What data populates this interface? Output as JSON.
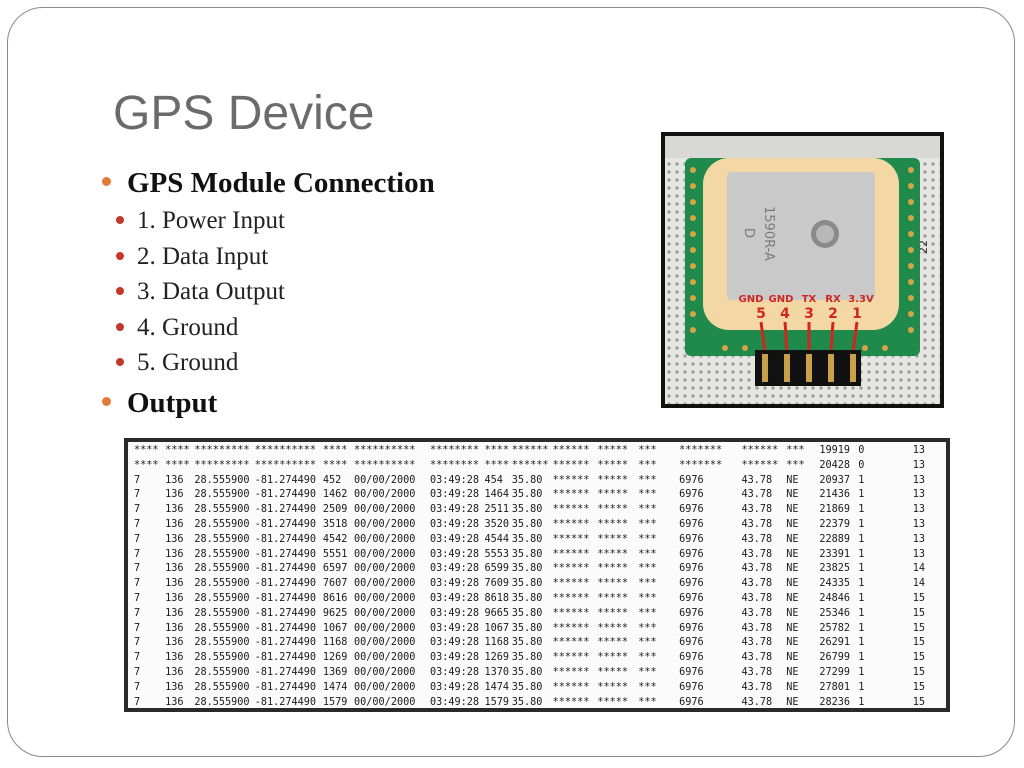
{
  "slide": {
    "title": "GPS Device",
    "bullets": [
      {
        "label": "GPS Module Connection",
        "items": [
          "1. Power Input",
          "2. Data Input",
          "3. Data Output",
          "4. Ground",
          "5. Ground"
        ]
      },
      {
        "label": "Output",
        "items": []
      }
    ]
  },
  "photo": {
    "chip_text": "1590R-A",
    "chip_sub": "D",
    "pin_labels": [
      "GND",
      "GND",
      "TX",
      "RX",
      "3.3V"
    ],
    "pin_numbers": [
      "5",
      "4",
      "3",
      "2",
      "1"
    ],
    "board_label": "22",
    "colors": {
      "pcb": "#1f8a4c",
      "ceramic": "#f3d8a6",
      "patch": "#c9c9c9",
      "pin_label": "#d0261f"
    }
  },
  "terminal": {
    "rows": [
      [
        "****",
        "****",
        "*********",
        "**********",
        "****",
        "**********",
        "********",
        "****",
        "******",
        "******",
        "*****",
        "***",
        "",
        "*******",
        "******",
        "***",
        "19919",
        "0",
        "13"
      ],
      [
        "****",
        "****",
        "*********",
        "**********",
        "****",
        "**********",
        "********",
        "****",
        "******",
        "******",
        "*****",
        "***",
        "",
        "*******",
        "******",
        "***",
        "20428",
        "0",
        "13"
      ],
      [
        "7",
        "136",
        "28.555900",
        "-81.274490",
        "452",
        "00/00/2000",
        "03:49:28",
        "454",
        "35.80",
        "******",
        "*****",
        "***",
        "",
        "6976",
        "43.78",
        "NE",
        "20937",
        "1",
        "13"
      ],
      [
        "7",
        "136",
        "28.555900",
        "-81.274490",
        "1462",
        "00/00/2000",
        "03:49:28",
        "1464",
        "35.80",
        "******",
        "*****",
        "***",
        "",
        "6976",
        "43.78",
        "NE",
        "21436",
        "1",
        "13"
      ],
      [
        "7",
        "136",
        "28.555900",
        "-81.274490",
        "2509",
        "00/00/2000",
        "03:49:28",
        "2511",
        "35.80",
        "******",
        "*****",
        "***",
        "",
        "6976",
        "43.78",
        "NE",
        "21869",
        "1",
        "13"
      ],
      [
        "7",
        "136",
        "28.555900",
        "-81.274490",
        "3518",
        "00/00/2000",
        "03:49:28",
        "3520",
        "35.80",
        "******",
        "*****",
        "***",
        "",
        "6976",
        "43.78",
        "NE",
        "22379",
        "1",
        "13"
      ],
      [
        "7",
        "136",
        "28.555900",
        "-81.274490",
        "4542",
        "00/00/2000",
        "03:49:28",
        "4544",
        "35.80",
        "******",
        "*****",
        "***",
        "",
        "6976",
        "43.78",
        "NE",
        "22889",
        "1",
        "13"
      ],
      [
        "7",
        "136",
        "28.555900",
        "-81.274490",
        "5551",
        "00/00/2000",
        "03:49:28",
        "5553",
        "35.80",
        "******",
        "*****",
        "***",
        "",
        "6976",
        "43.78",
        "NE",
        "23391",
        "1",
        "13"
      ],
      [
        "7",
        "136",
        "28.555900",
        "-81.274490",
        "6597",
        "00/00/2000",
        "03:49:28",
        "6599",
        "35.80",
        "******",
        "*****",
        "***",
        "",
        "6976",
        "43.78",
        "NE",
        "23825",
        "1",
        "14"
      ],
      [
        "7",
        "136",
        "28.555900",
        "-81.274490",
        "7607",
        "00/00/2000",
        "03:49:28",
        "7609",
        "35.80",
        "******",
        "*****",
        "***",
        "",
        "6976",
        "43.78",
        "NE",
        "24335",
        "1",
        "14"
      ],
      [
        "7",
        "136",
        "28.555900",
        "-81.274490",
        "8616",
        "00/00/2000",
        "03:49:28",
        "8618",
        "35.80",
        "******",
        "*****",
        "***",
        "",
        "6976",
        "43.78",
        "NE",
        "24846",
        "1",
        "15"
      ],
      [
        "7",
        "136",
        "28.555900",
        "-81.274490",
        "9625",
        "00/00/2000",
        "03:49:28",
        "9665",
        "35.80",
        "******",
        "*****",
        "***",
        "",
        "6976",
        "43.78",
        "NE",
        "25346",
        "1",
        "15"
      ],
      [
        "7",
        "136",
        "28.555900",
        "-81.274490",
        "1067",
        "00/00/2000",
        "03:49:28",
        "1067",
        "35.80",
        "******",
        "*****",
        "***",
        "",
        "6976",
        "43.78",
        "NE",
        "25782",
        "1",
        "15"
      ],
      [
        "7",
        "136",
        "28.555900",
        "-81.274490",
        "1168",
        "00/00/2000",
        "03:49:28",
        "1168",
        "35.80",
        "******",
        "*****",
        "***",
        "",
        "6976",
        "43.78",
        "NE",
        "26291",
        "1",
        "15"
      ],
      [
        "7",
        "136",
        "28.555900",
        "-81.274490",
        "1269",
        "00/00/2000",
        "03:49:28",
        "1269",
        "35.80",
        "******",
        "*****",
        "***",
        "",
        "6976",
        "43.78",
        "NE",
        "26799",
        "1",
        "15"
      ],
      [
        "7",
        "136",
        "28.555900",
        "-81.274490",
        "1369",
        "00/00/2000",
        "03:49:28",
        "1370",
        "35.80",
        "******",
        "*****",
        "***",
        "",
        "6976",
        "43.78",
        "NE",
        "27299",
        "1",
        "15"
      ],
      [
        "7",
        "136",
        "28.555900",
        "-81.274490",
        "1474",
        "00/00/2000",
        "03:49:28",
        "1474",
        "35.80",
        "******",
        "*****",
        "***",
        "",
        "6976",
        "43.78",
        "NE",
        "27801",
        "1",
        "15"
      ],
      [
        "7",
        "136",
        "28.555900",
        "-81.274490",
        "1579",
        "00/00/2000",
        "03:49:28",
        "1579",
        "35.80",
        "******",
        "*****",
        "***",
        "",
        "6976",
        "43.78",
        "NE",
        "28236",
        "1",
        "15"
      ]
    ]
  }
}
